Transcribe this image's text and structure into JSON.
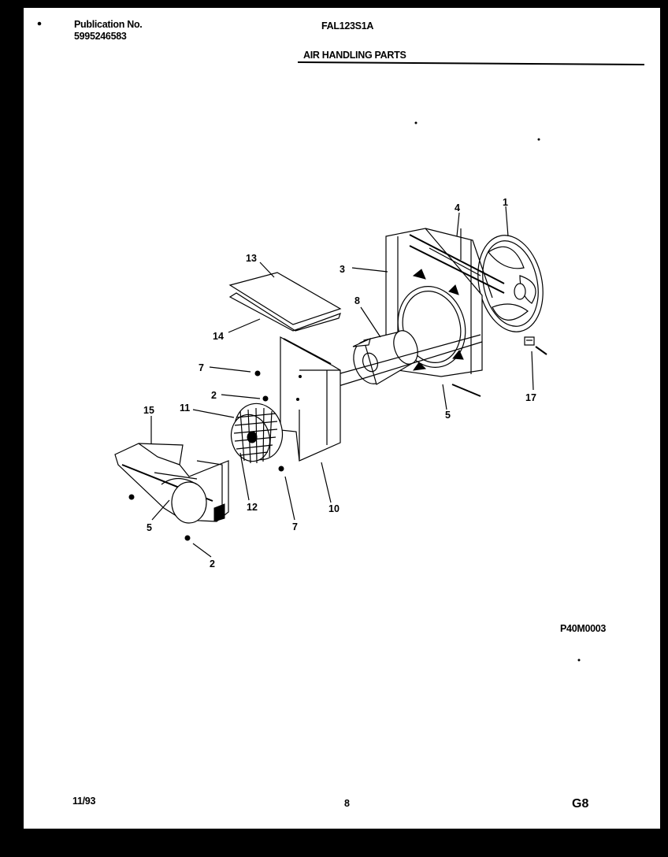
{
  "header": {
    "publication_label": "Publication No.",
    "publication_number": "5995246583",
    "model": "FAL123S1A",
    "section_title": "AIR HANDLING PARTS"
  },
  "diagram": {
    "callouts": [
      "1",
      "4",
      "3",
      "13",
      "8",
      "14",
      "7",
      "2",
      "17",
      "5",
      "15",
      "11",
      "12",
      "10",
      "5",
      "2",
      "7"
    ],
    "figure_code": "P40M0003"
  },
  "footer": {
    "date": "11/93",
    "page": "8",
    "code": "G8"
  }
}
